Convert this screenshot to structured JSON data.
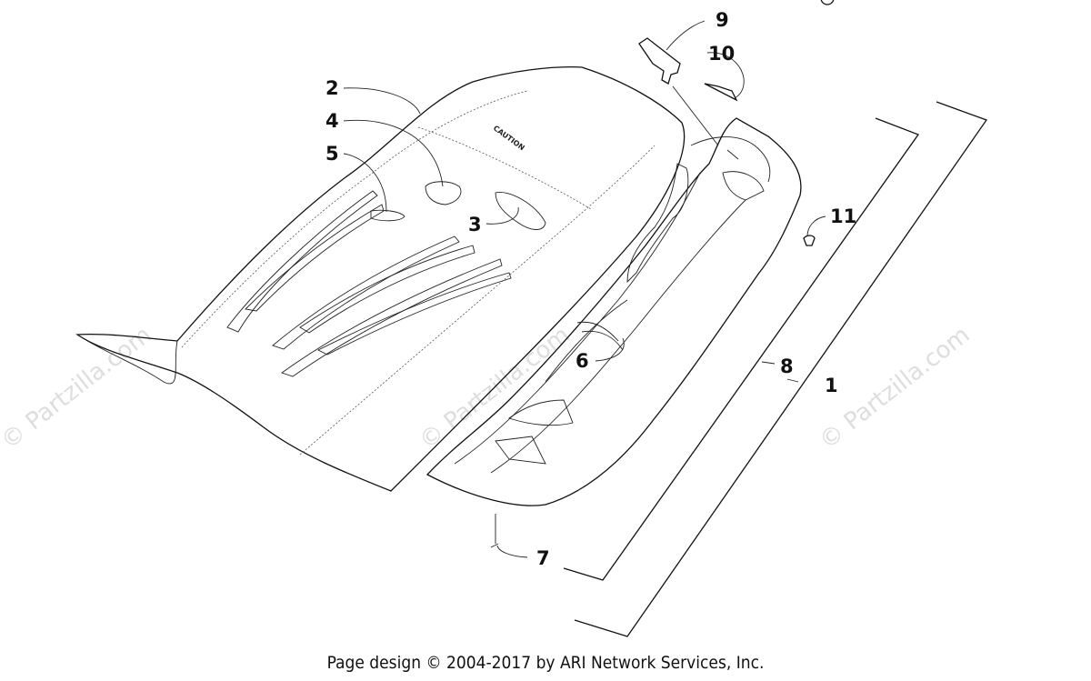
{
  "watermark": "© Partzilla.com",
  "footer": "Page design © 2004-2017 by ARI Network Services, Inc.",
  "seat_label_text": "CAUTION",
  "callouts": {
    "c1": "1",
    "c2": "2",
    "c3": "3",
    "c4": "4",
    "c5": "5",
    "c6": "6",
    "c7": "7",
    "c8": "8",
    "c9": "9",
    "c10": "10",
    "c11": "11"
  }
}
